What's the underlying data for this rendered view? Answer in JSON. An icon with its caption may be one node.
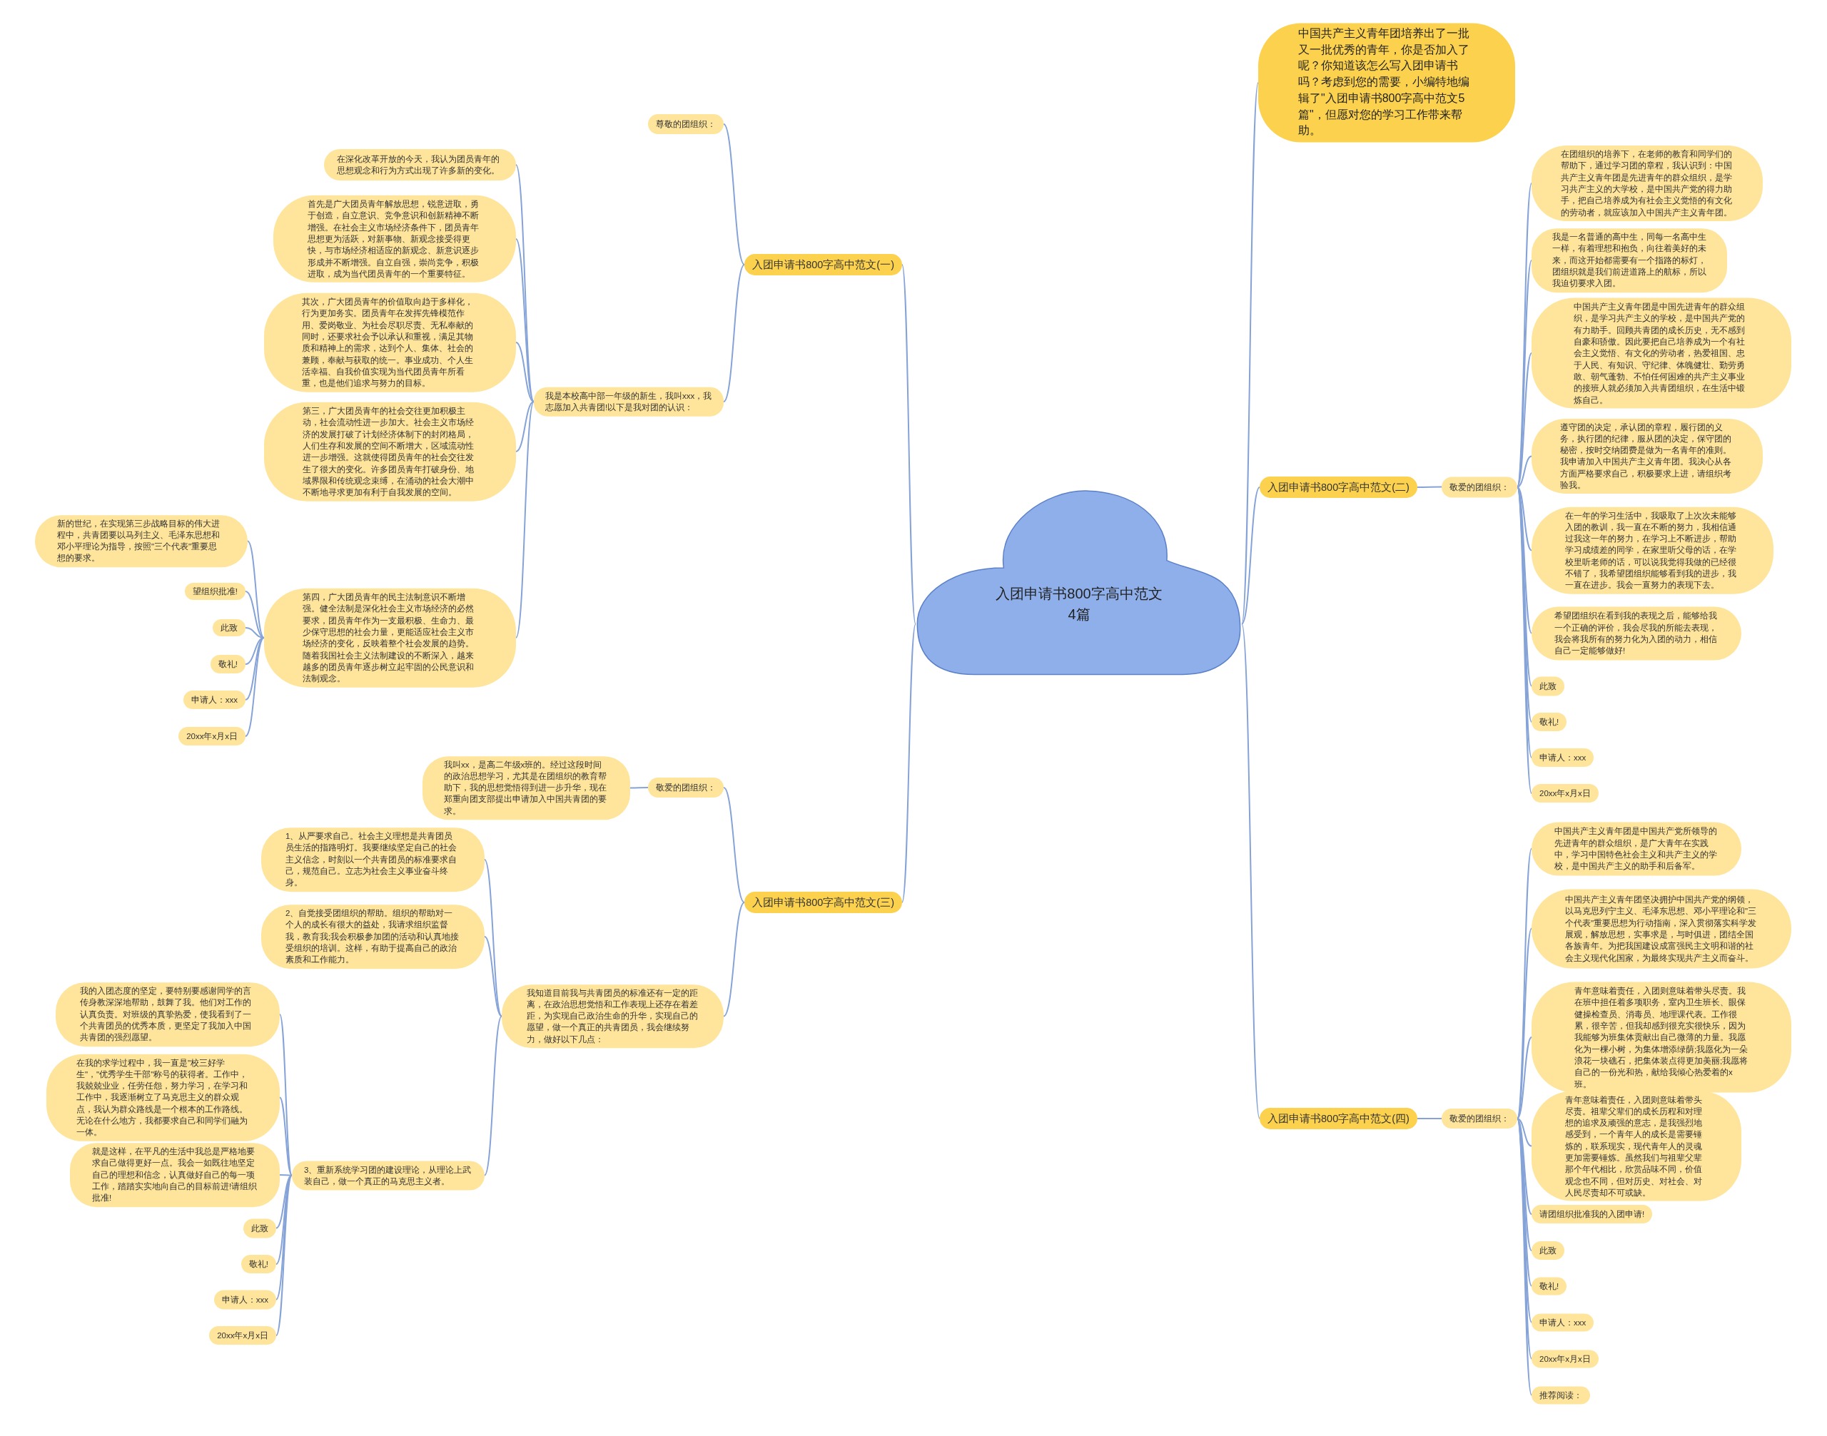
{
  "diagram": {
    "nodes": [
      {
        "text": [
          "入团申请书800字高中范文4篇"
        ]
      },
      {
        "text": [
          "中国共产主义青年团培养出了一批又一批优秀的青年，你是否加入了呢？你知道该怎么写入团申请书吗？考虑到您的需要，小编特地编辑了\"入团申请书800字高中范文5篇\"，但愿对您的学习工作带来帮助。"
        ]
      },
      {
        "text": [
          "入团申请书800字高中范文(一)"
        ]
      },
      {
        "text": [
          "尊敬的团组织："
        ]
      },
      {
        "text": [
          "我是本校高中部一年级的新生，我叫xxx，我志愿加入共青团!以下是我对团的认识："
        ]
      },
      {
        "text": [
          "在深化改革开放的今天，我认为团员青年的思想观念和行为方式出现了许多新的变化。"
        ]
      },
      {
        "text": [
          "首先是广大团员青年解放思想，锐意进取，勇于创造，自立意识、竞争意识和创新精神不断增强。在社会主义市场经济条件下，团员青年思想更为活跃，对新事物、新观念接受得更快，与市场经济相适应的新观念、新意识逐步形成并不断增强。自立自强，崇尚竞争，积极进取，成为当代团员青年的一个重要特征。"
        ]
      },
      {
        "text": [
          "其次，广大团员青年的价值取向趋于多样化，行为更加务实。团员青年在发挥先锋模范作用、爱岗敬业、为社会尽职尽责、无私奉献的同时，还要求社会予以承认和重视，满足其物质和精神上的需求，达到个人、集体、社会的兼顾，奉献与获取的统一。事业成功、个人生活幸福、自我价值实现为当代团员青年所看重，也是他们追求与努力的目标。"
        ]
      },
      {
        "text": [
          "第三，广大团员青年的社会交往更加积极主动，社会流动性进一步加大。社会主义市场经济的发展打破了计划经济体制下的封闭格局，人们生存和发展的空间不断增大，区域流动性进一步增强。这就使得团员青年的社会交往发生了很大的变化。许多团员青年打破身份、地域界限和传统观念束缚，在涌动的社会大潮中不断地寻求更加有利于自我发展的空间。"
        ]
      },
      {
        "text": [
          "第四，广大团员青年的民主法制意识不断增强。健全法制是深化社会主义市场经济的必然要求，团员青年作为一支最积极、生命力、最少保守思想的社会力量，更能适应社会主义市场经济的变化，反映着整个社会发展的趋势。随着我国社会主义法制建设的不断深入，越来越多的团员青年逐步树立起牢固的公民意识和法制观念。"
        ]
      },
      {
        "text": [
          "新的世纪，在实现第三步战略目标的伟大进程中，共青团要以马列主义、毛泽东思想和邓小平理论为指导，按照\"三个代表\"重要思想的要求。"
        ]
      },
      {
        "text": [
          "望组织批准!"
        ]
      },
      {
        "text": [
          "此致"
        ]
      },
      {
        "text": [
          "敬礼!"
        ]
      },
      {
        "text": [
          "申请人：xxx"
        ]
      },
      {
        "text": [
          "20xx年x月x日"
        ]
      },
      {
        "text": [
          "入团申请书800字高中范文(三)"
        ]
      },
      {
        "text": [
          "敬爱的团组织："
        ]
      },
      {
        "text": [
          "我叫xx，是高二年级x班的。经过这段时间的政治思想学习，尤其是在团组织的教育帮助下，我的思想觉悟得到进一步升华，现在郑重向团支部提出申请加入中国共青团的要求。"
        ]
      },
      {
        "text": [
          "我知道目前我与共青团员的标准还有一定的距离，在政治思想觉悟和工作表现上还存在着差距，为实现自己政治生命的升华，实现自己的愿望，做一个真正的共青团员，我会继续努力，做好以下几点："
        ]
      },
      {
        "text": [
          "1、从严要求自己。社会主义理想是共青团员员生活的指路明灯。我要继续坚定自己的社会主义信念，时刻以一个共青团员的标准要求自己，规范自己。立志为社会主义事业奋斗终身。"
        ]
      },
      {
        "text": [
          "2、自觉接受团组织的帮助。组织的帮助对一个人的成长有很大的益处，我请求组织监督我，教育我;我会积极参加团的活动和认真地接受组织的培训。这样，有助于提高自己的政治素质和工作能力。"
        ]
      },
      {
        "text": [
          "3、重新系统学习团的建设理论，从理论上武装自己，做一个真正的马克思主义者。"
        ]
      },
      {
        "text": [
          "我的入团态度的坚定，要特别要感谢同学的言传身教深深地帮助，鼓舞了我。他们对工作的认真负责。对班级的真挚热爱，使我看到了一个共青团员的优秀本质，更坚定了我加入中国共青团的强烈愿望。"
        ]
      },
      {
        "text": [
          "在我的求学过程中，我一直是\"校三好学生\"，\"优秀学生干部\"称号的获得者。工作中，我兢兢业业，任劳任怨，努力学习，在学习和工作中，我逐渐树立了马克思主义的群众观点，我认为群众路线是一个根本的工作路线。无论在什么地方，我都要求自己和同学们融为一体。"
        ]
      },
      {
        "text": [
          "就是这样，在平凡的生活中我总是严格地要求自己做得更好一点。我会一如既往地坚定自己的理想和信念，认真做好自己的每一项工作，踏踏实实地向自己的目标前进!请组织批准!"
        ]
      },
      {
        "text": [
          "此致"
        ]
      },
      {
        "text": [
          "敬礼!"
        ]
      },
      {
        "text": [
          "申请人：xxx"
        ]
      },
      {
        "text": [
          "20xx年x月x日"
        ]
      },
      {
        "text": [
          "入团申请书800字高中范文(二)"
        ]
      },
      {
        "text": [
          "敬爱的团组织："
        ]
      },
      {
        "text": [
          "在团组织的培养下，在老师的教育和同学们的帮助下，通过学习团的章程，我认识到：中国共产主义青年团是先进青年的群众组织，是学习共产主义的大学校，是中国共产党的得力助手，把自己培养成为有社会主义觉悟的有文化的劳动者，就应该加入中国共产主义青年团。"
        ]
      },
      {
        "text": [
          "我是一名普通的高中生，同每一名高中生一样，有着理想和抱负，向往着美好的未来，而这开始都需要有一个指路的标灯，团组织就是我们前进道路上的航标，所以我迫切要求入团。"
        ]
      },
      {
        "text": [
          "中国共产主义青年团是中国先进青年的群众组织，是学习共产主义的学校，是中国共产党的有力助手。回顾共青团的成长历史，无不感到自豪和骄傲。因此要把自己培养成为一个有社会主义觉悟、有文化的劳动者，热爱祖国、忠于人民、有知识、守纪律、体魄健壮、勤劳勇敢、朝气蓬勃、不怕任何困难的共产主义事业的接班人就必须加入共青团组织，在生活中锻炼自己。"
        ]
      },
      {
        "text": [
          "遵守团的决定，承认团的章程，履行团的义务，执行团的纪律，服从团的决定，保守团的秘密，按时交纳团费是做为一名青年的准则。我申请加入中国共产主义青年团。我决心从各方面严格要求自己，积极要求上进，请组织考验我。"
        ]
      },
      {
        "text": [
          "在一年的学习生活中，我吸取了上次次未能够入团的教训，我一直在不断的努力，我相信通过我这一年的努力，在学习上不断进步，帮助学习成绩差的同学，在家里听父母的话，在学校里听老师的话，可以说我觉得我做的已经很不错了，我希望团组织能够看到我的进步，我一直在进步。我会一直努力的表现下去。"
        ]
      },
      {
        "text": [
          "希望团组织在看到我的表现之后，能够给我一个正确的评价，我会尽我的所能去表现，我会将我所有的努力化为入团的动力，相信自己一定能够做好!"
        ]
      },
      {
        "text": [
          "此致"
        ]
      },
      {
        "text": [
          "敬礼!"
        ]
      },
      {
        "text": [
          "申请人：xxx"
        ]
      },
      {
        "text": [
          "20xx年x月x日"
        ]
      },
      {
        "text": [
          "入团申请书800字高中范文(四)"
        ]
      },
      {
        "text": [
          "敬爱的团组织："
        ]
      },
      {
        "text": [
          "中国共产主义青年团是中国共产党所领导的先进青年的群众组织，是广大青年在实践中，学习中国特色社会主义和共产主义的学校，是中国共产主义的助手和后备军。"
        ]
      },
      {
        "text": [
          "中国共产主义青年团坚决拥护中国共产党的纲领，以马克思列宁主义、毛泽东思想、邓小平理论和\"三个代表\"重要思想为行动指南，深入贯彻落实科学发展观，解放思想，实事求是，与时俱进，团结全国各族青年。为把我国建设成富强民主文明和谐的社会主义现代化国家，为最终实现共产主义而奋斗。"
        ]
      },
      {
        "text": [
          "青年意味着责任，入团则意味着带头尽责。我在班中担任着多项职务，室内卫生班长、眼保健操检查员、消毒员、地理课代表。工作很累，很辛苦，但我却感到很充实很快乐，因为我能够为班集体贡献出自己微薄的力量。我愿化为一棵小树，为集体增添绿荫;我愿化为一朵浪花一块礁石，把集体装点得更加美丽;我愿将自己的一份光和热，献给我倾心热爱着的x班。"
        ]
      },
      {
        "text": [
          "青年意味着责任，入团则意味着带头尽责。祖辈父辈们的成长历程和对理想的追求及顽强的意志，是我强烈地感受到，一个青年人的成长是需要锤炼的，联系现实，现代青年人的灵魂更加需要锤炼。虽然我们与祖辈父辈那个年代相比，欣赏品味不同，价值观念也不同，但对历史、对社会、对人民尽责却不可或缺。"
        ]
      },
      {
        "text": [
          "请团组织批准我的入团申请!"
        ]
      },
      {
        "text": [
          "此致"
        ]
      },
      {
        "text": [
          "敬礼!"
        ]
      },
      {
        "text": [
          "申请人：xxx"
        ]
      },
      {
        "text": [
          "20xx年x月x日"
        ]
      },
      {
        "text": [
          "推荐阅读："
        ]
      }
    ],
    "edges": [
      {
        "from": 0,
        "to": 1,
        "arrow": "none"
      },
      {
        "from": 0,
        "to": 2,
        "arrow": "none"
      },
      {
        "from": 2,
        "to": 3,
        "arrow": "none"
      },
      {
        "from": 2,
        "to": 4,
        "arrow": "none"
      },
      {
        "from": 4,
        "to": 5,
        "arrow": "none"
      },
      {
        "from": 4,
        "to": 6,
        "arrow": "none"
      },
      {
        "from": 4,
        "to": 7,
        "arrow": "none"
      },
      {
        "from": 4,
        "to": 8,
        "arrow": "none"
      },
      {
        "from": 4,
        "to": 9,
        "arrow": "none"
      },
      {
        "from": 9,
        "to": 10,
        "arrow": "none"
      },
      {
        "from": 9,
        "to": 11,
        "arrow": "none"
      },
      {
        "from": 9,
        "to": 12,
        "arrow": "none"
      },
      {
        "from": 9,
        "to": 13,
        "arrow": "none"
      },
      {
        "from": 9,
        "to": 14,
        "arrow": "none"
      },
      {
        "from": 9,
        "to": 15,
        "arrow": "none"
      },
      {
        "from": 0,
        "to": 16,
        "arrow": "none"
      },
      {
        "from": 16,
        "to": 17,
        "arrow": "none"
      },
      {
        "from": 17,
        "to": 18,
        "arrow": "none"
      },
      {
        "from": 16,
        "to": 19,
        "arrow": "none"
      },
      {
        "from": 19,
        "to": 20,
        "arrow": "none"
      },
      {
        "from": 19,
        "to": 21,
        "arrow": "none"
      },
      {
        "from": 19,
        "to": 22,
        "arrow": "none"
      },
      {
        "from": 22,
        "to": 23,
        "arrow": "none"
      },
      {
        "from": 22,
        "to": 24,
        "arrow": "none"
      },
      {
        "from": 22,
        "to": 25,
        "arrow": "none"
      },
      {
        "from": 22,
        "to": 26,
        "arrow": "none"
      },
      {
        "from": 22,
        "to": 27,
        "arrow": "none"
      },
      {
        "from": 22,
        "to": 28,
        "arrow": "none"
      },
      {
        "from": 22,
        "to": 29,
        "arrow": "none"
      },
      {
        "from": 0,
        "to": 30,
        "arrow": "none"
      },
      {
        "from": 30,
        "to": 31,
        "arrow": "none"
      },
      {
        "from": 31,
        "to": 32,
        "arrow": "none"
      },
      {
        "from": 31,
        "to": 33,
        "arrow": "none"
      },
      {
        "from": 31,
        "to": 34,
        "arrow": "none"
      },
      {
        "from": 31,
        "to": 35,
        "arrow": "none"
      },
      {
        "from": 31,
        "to": 36,
        "arrow": "none"
      },
      {
        "from": 31,
        "to": 37,
        "arrow": "none"
      },
      {
        "from": 31,
        "to": 38,
        "arrow": "none"
      },
      {
        "from": 31,
        "to": 39,
        "arrow": "none"
      },
      {
        "from": 31,
        "to": 40,
        "arrow": "none"
      },
      {
        "from": 31,
        "to": 41,
        "arrow": "none"
      },
      {
        "from": 0,
        "to": 42,
        "arrow": "none"
      },
      {
        "from": 42,
        "to": 43,
        "arrow": "none"
      },
      {
        "from": 43,
        "to": 44,
        "arrow": "none"
      },
      {
        "from": 43,
        "to": 45,
        "arrow": "none"
      },
      {
        "from": 43,
        "to": 46,
        "arrow": "none"
      },
      {
        "from": 43,
        "to": 47,
        "arrow": "none"
      },
      {
        "from": 43,
        "to": 48,
        "arrow": "none"
      },
      {
        "from": 43,
        "to": 49,
        "arrow": "none"
      },
      {
        "from": 43,
        "to": 50,
        "arrow": "none"
      },
      {
        "from": 43,
        "to": 51,
        "arrow": "none"
      },
      {
        "from": 43,
        "to": 52,
        "arrow": "none"
      },
      {
        "from": 43,
        "to": 53,
        "arrow": "none"
      }
    ]
  }
}
